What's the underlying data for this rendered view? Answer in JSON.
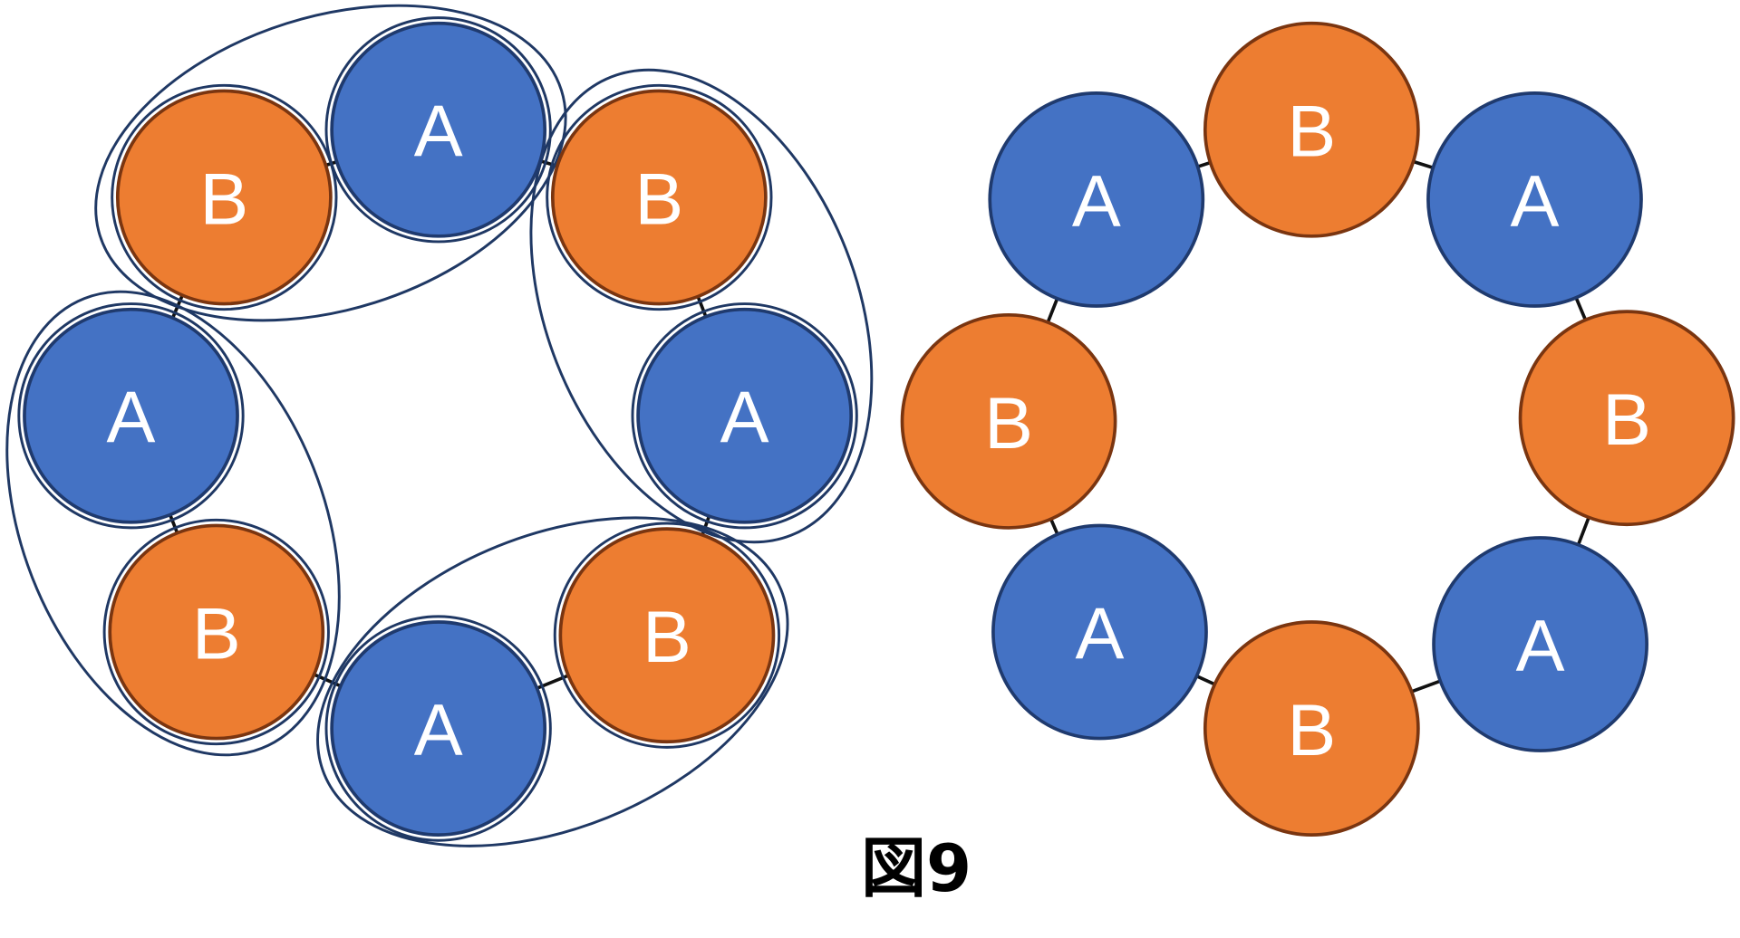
{
  "diagram": {
    "left_ring": {
      "nodes": [
        "A",
        "B",
        "B",
        "A",
        "A",
        "B",
        "B",
        "A"
      ],
      "groups": [
        [
          "B",
          "A"
        ],
        [
          "B",
          "A"
        ],
        [
          "A",
          "B"
        ],
        [
          "A",
          "B"
        ]
      ]
    },
    "right_ring": {
      "nodes": [
        "A",
        "B",
        "A",
        "B",
        "B",
        "A",
        "B",
        "A"
      ]
    },
    "caption": "図9",
    "colors": {
      "A": "#4472C4",
      "B": "#ED7D31",
      "group_outline": "#1F3864"
    }
  }
}
